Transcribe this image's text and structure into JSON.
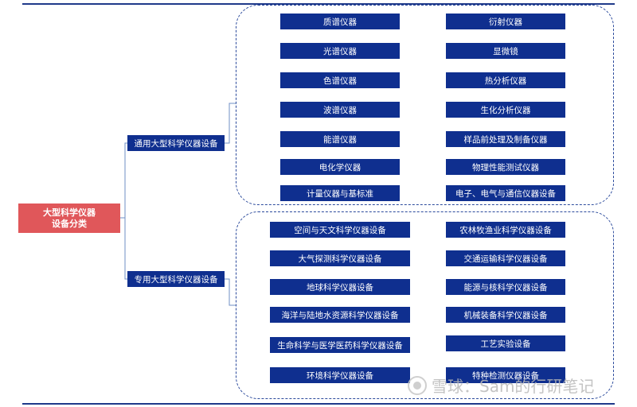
{
  "root": {
    "line1": "大型科学仪器",
    "line2": "设备分类"
  },
  "general": {
    "label": "通用大型科学仪器设备",
    "left": [
      "质谱仪器",
      "光谱仪器",
      "色谱仪器",
      "波谱仪器",
      "能谱仪器",
      "电化学仪器",
      "计量仪器与基标准"
    ],
    "right": [
      "衍射仪器",
      "显微镜",
      "热分析仪器",
      "生化分析仪器",
      "样品前处理及制备仪器",
      "物理性能测试仪器",
      "电子、电气与通信仪器设备"
    ]
  },
  "special": {
    "label": "专用大型科学仪器设备",
    "left": [
      "空间与天文科学仪器设备",
      "大气探测科学仪器设备",
      "地球科学仪器设备",
      "海洋与陆地水资源科学仪器设备",
      "生命科学与医学医药科学仪器设备",
      "环境科学仪器设备"
    ],
    "right": [
      "农林牧渔业科学仪器设备",
      "交通运输科学仪器设备",
      "能源与核科学仪器设备",
      "机械装备科学仪器设备",
      "工艺实验设备",
      "特种检测仪器设备"
    ]
  },
  "watermark": {
    "text": "雪球：Sam的行研笔记"
  },
  "colors": {
    "root": "#e0575a",
    "box": "#0f2f8f",
    "line": "#2b4a9c"
  }
}
